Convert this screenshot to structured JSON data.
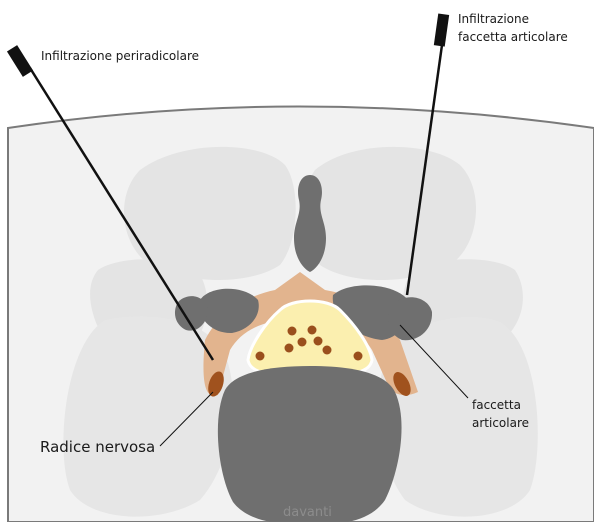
{
  "labels": {
    "periradicular": "Infiltrazione periradicolare",
    "facet_line1": "Infiltrazione",
    "facet_line2": "faccetta articolare",
    "nerve_root": "Radice nervosa",
    "facet_joint_line1": "faccetta",
    "facet_joint_line2": "articolare",
    "front": "davanti"
  },
  "colors": {
    "bone_light": "#e6e6e6",
    "bone_dark": "#6f6f6f",
    "ligament": "#e2b48e",
    "nerve_root": "#a0521e",
    "spinal_canal": "#fbefaf",
    "nerve_dots": "#9a4f1d",
    "skin_line": "#7a7a7a",
    "needle": "#111111"
  }
}
